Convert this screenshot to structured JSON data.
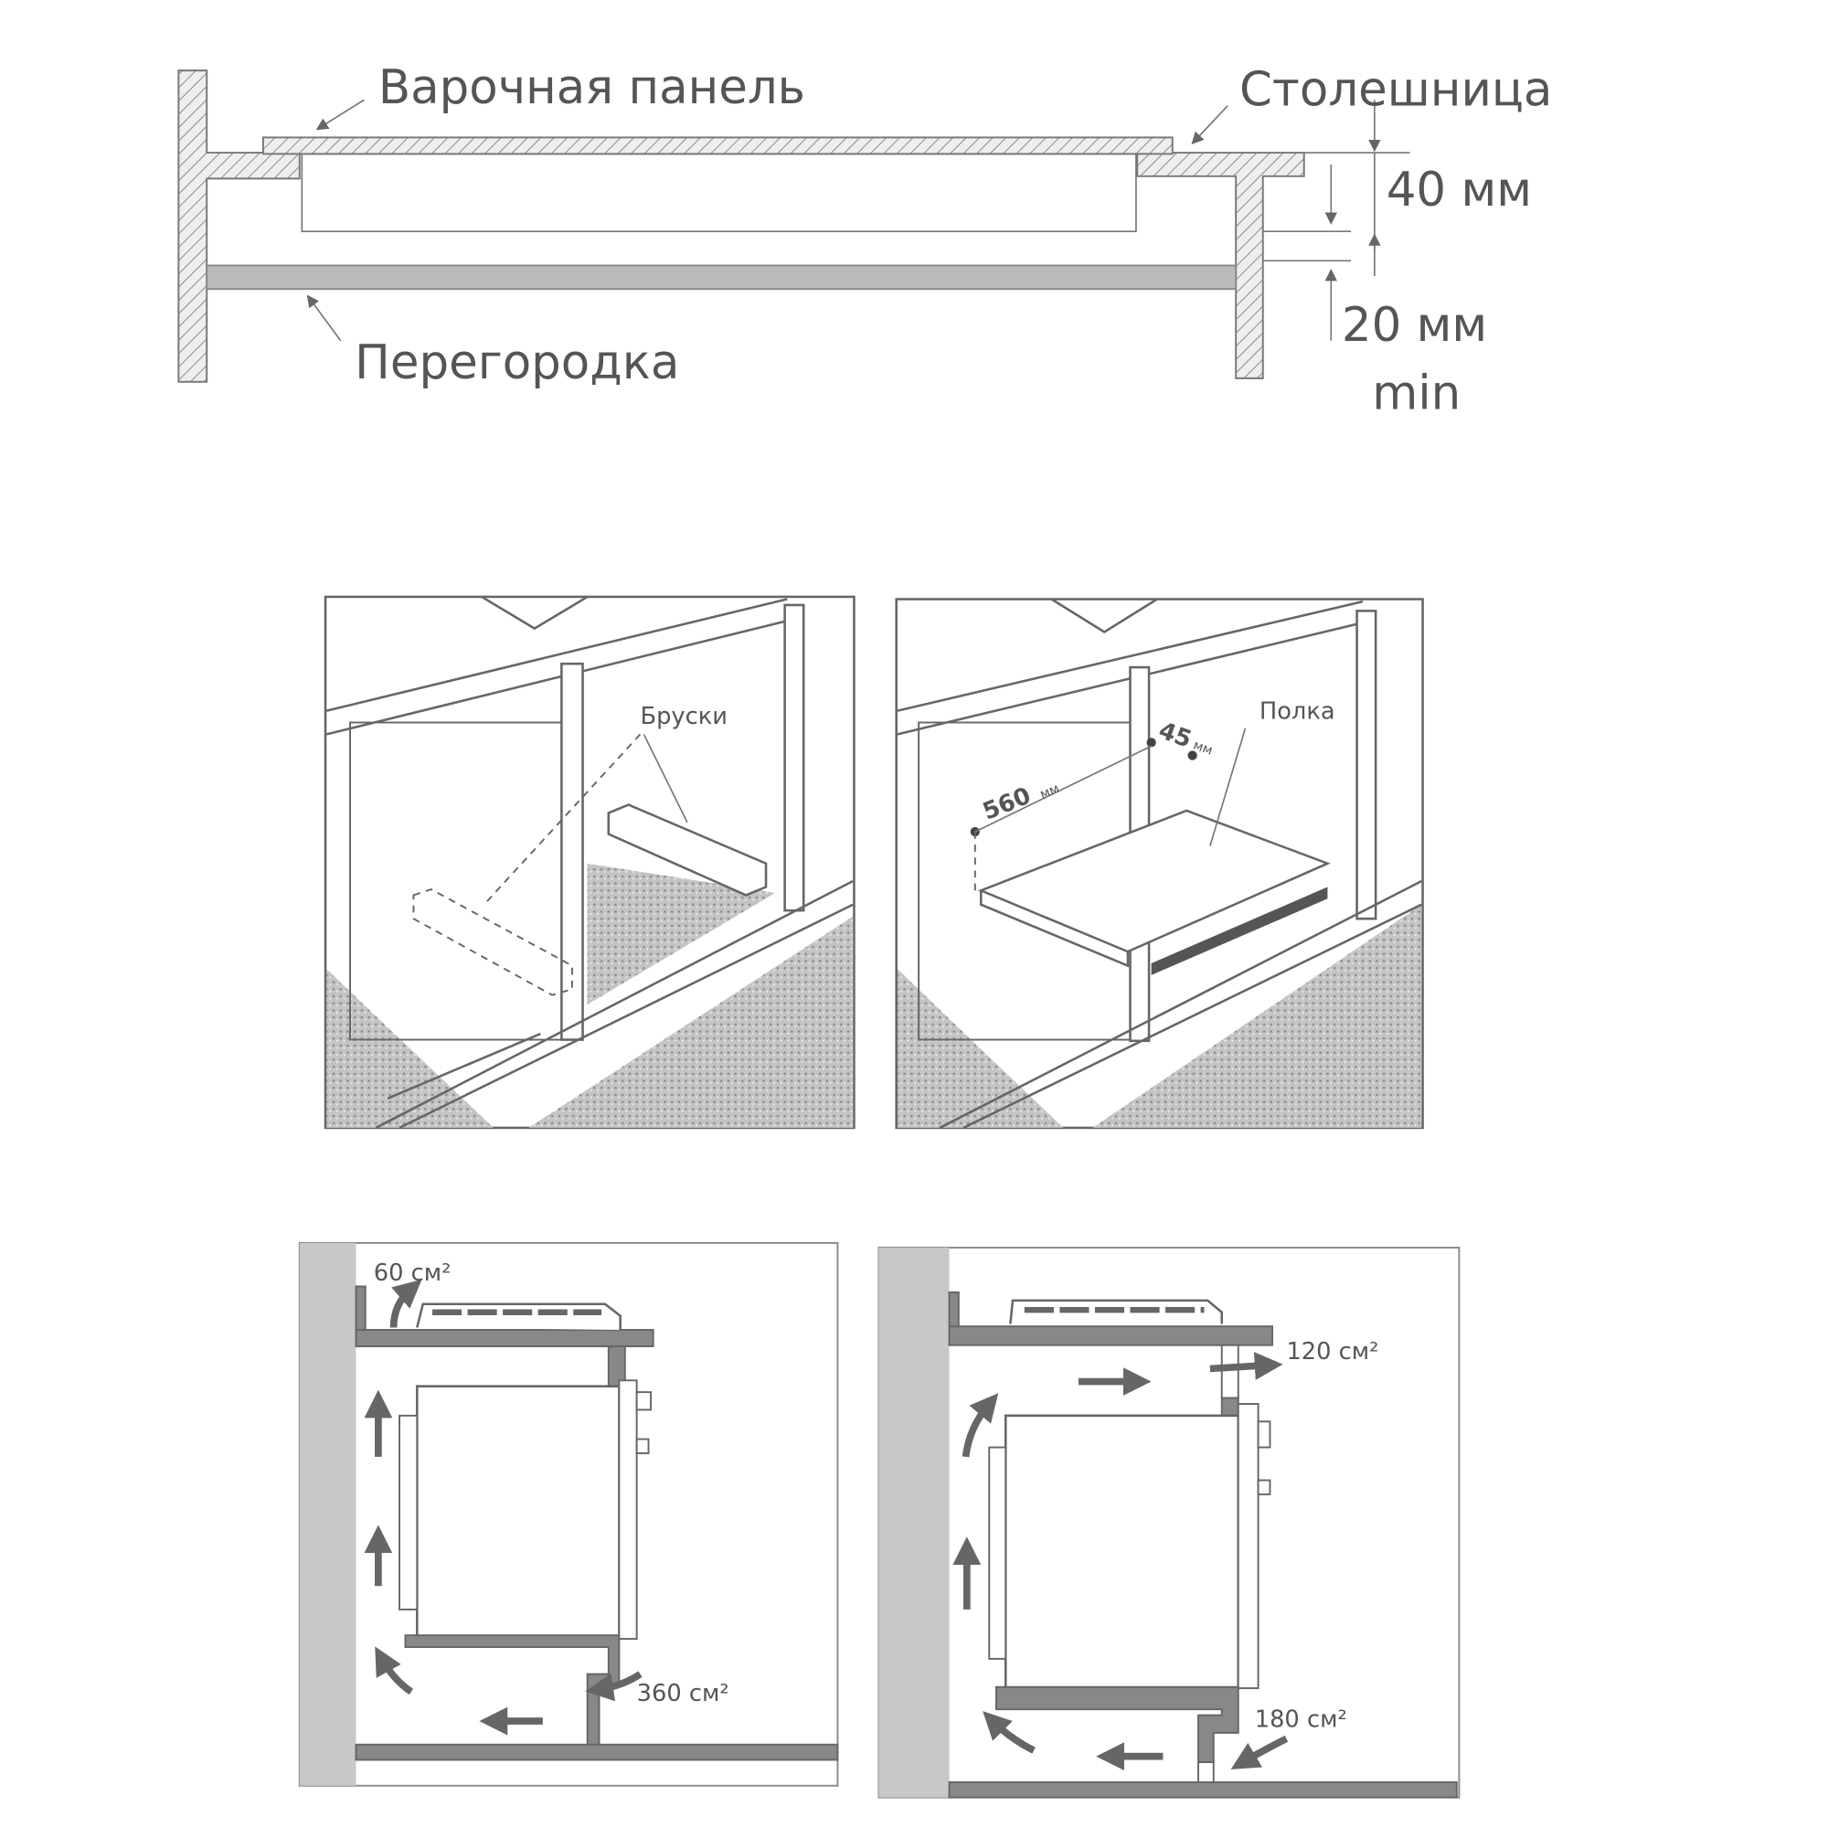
{
  "top_section": {
    "hob_label": "Варочная панель",
    "countertop_label": "Столешница",
    "partition_label": "Перегородка",
    "gap_top": "40 мм",
    "gap_bottom": "20 мм",
    "gap_bottom_suffix": "min"
  },
  "middle_left": {
    "bars_label": "Бруски"
  },
  "middle_right": {
    "shelf_label": "Полка",
    "width_value": "560",
    "width_unit": "мм",
    "depth_value": "45",
    "depth_unit": "мм"
  },
  "bottom_left": {
    "top_vent": "60 см²",
    "bottom_vent": "360 см²"
  },
  "bottom_right": {
    "top_vent": "120 см²",
    "bottom_vent": "180 см²"
  },
  "colors": {
    "line": "#666666",
    "fill_gray": "#bbbbbb",
    "wall": "#c8c8c8"
  }
}
